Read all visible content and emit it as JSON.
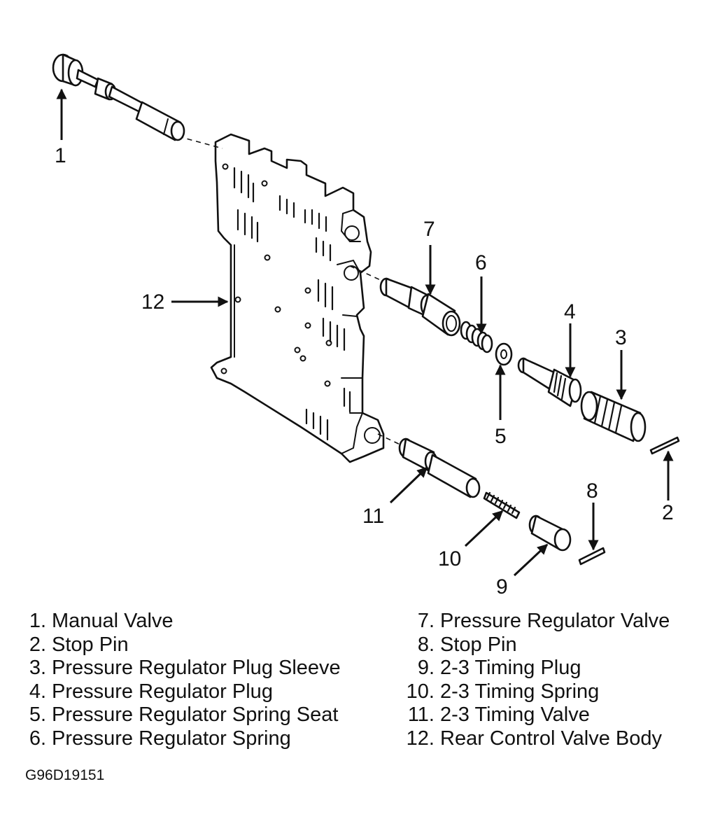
{
  "callouts": [
    "1",
    "2",
    "3",
    "4",
    "5",
    "6",
    "7",
    "8",
    "9",
    "10",
    "11",
    "12"
  ],
  "legend": {
    "left": [
      {
        "num": "1.",
        "label": "Manual Valve"
      },
      {
        "num": "2.",
        "label": "Stop Pin"
      },
      {
        "num": "3.",
        "label": "Pressure Regulator Plug Sleeve"
      },
      {
        "num": "4.",
        "label": "Pressure Regulator Plug"
      },
      {
        "num": "5.",
        "label": "Pressure Regulator Spring Seat"
      },
      {
        "num": "6.",
        "label": "Pressure Regulator Spring"
      }
    ],
    "right": [
      {
        "num": "7.",
        "label": "Pressure Regulator Valve"
      },
      {
        "num": "8.",
        "label": "Stop Pin"
      },
      {
        "num": "9.",
        "label": "2-3 Timing Plug"
      },
      {
        "num": "10.",
        "label": "2-3 Timing Spring"
      },
      {
        "num": "11.",
        "label": "2-3 Timing Valve"
      },
      {
        "num": "12.",
        "label": "Rear Control Valve Body"
      }
    ]
  },
  "figure_code": "G96D19151",
  "colors": {
    "line": "#111111",
    "background": "#ffffff"
  }
}
